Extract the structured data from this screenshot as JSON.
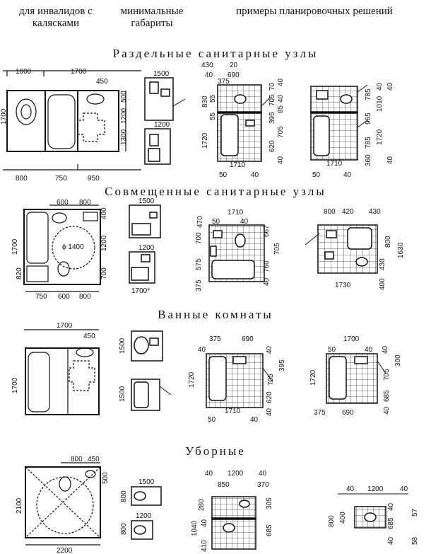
{
  "header": {
    "col1": "для инвалидов с\nкалясками",
    "col2": "минимальные\nгабариты",
    "col3": "примеры планировочных решений"
  },
  "sections": {
    "separate": "Раздельные санитарные узлы",
    "combined": "Совмещенные санитарные узлы",
    "bathrooms": "Ванные комнаты",
    "toilets": "Уборные"
  },
  "dims": {
    "s1": {
      "a": "1000",
      "b": "1700",
      "c": "450",
      "d": "500",
      "e": "1200",
      "f": "1300",
      "g": "1700",
      "h": "800",
      "i": "750",
      "j": "950",
      "m1": "1500",
      "m2": "1200",
      "p1a": "430",
      "p1b": "20",
      "p1c": "40",
      "p1d": "690",
      "p1e": "375",
      "p1f": "830",
      "p1g": "55",
      "p1h": "55",
      "p1i": "1720",
      "p1j": "70",
      "p1k": "40",
      "p1l": "705",
      "p1m": "40",
      "p1n": "85",
      "p1o": "395",
      "p1p": "705",
      "p1q": "620",
      "p1r": "40",
      "p1s": "1710",
      "p1t": "50",
      "p1u": "40",
      "p2a": "40",
      "p2b": "1010",
      "p2c": "785",
      "p2d": "965",
      "p2e": "1720",
      "p2f": "785",
      "p2g": "40",
      "p2h": "360",
      "p2i": "1710",
      "p2j": "50",
      "p2k": "40",
      "p2l": "40"
    },
    "s2": {
      "a": "600",
      "b": "800",
      "c": "400",
      "d": "1700",
      "e": "1200",
      "f": "ϕ 1400",
      "g": "820",
      "h": "700",
      "i": "750",
      "j": "600",
      "k": "800",
      "m1": "1500",
      "m2": "1200",
      "m3": "1700*",
      "p1a": "1710",
      "p1b": "470",
      "p1c": "50",
      "p1d": "40",
      "p1e": "700",
      "p1f": "667",
      "p1g": "575",
      "p1h": "705",
      "p1i": "760",
      "p1j": "375",
      "p1k": "40",
      "p2a": "800",
      "p2b": "420",
      "p2c": "430",
      "p2d": "800",
      "p2e": "430",
      "p2f": "1630",
      "p2g": "1730",
      "p2h": "400"
    },
    "s3": {
      "a": "1700",
      "b": "450",
      "c": "1700",
      "m1": "1500",
      "m2": "1500",
      "p1a": "375",
      "p1b": "690",
      "p1c": "40",
      "p1d": "40",
      "p1e": "395",
      "p1f": "1720",
      "p1g": "705",
      "p1h": "620",
      "p1i": "40",
      "p1j": "1710",
      "p1k": "50",
      "p1l": "40",
      "p2a": "1700",
      "p2b": "50",
      "p2c": "40",
      "p2d": "40",
      "p2e": "300",
      "p2f": "1720",
      "p2g": "705",
      "p2h": "685",
      "p2i": "40",
      "p2j": "375",
      "p2k": "690"
    },
    "s4": {
      "a": "800",
      "b": "450",
      "c": "500",
      "d": "2100",
      "e": "2200",
      "m1": "1500",
      "m2": "800",
      "m3": "1200",
      "m4": "800",
      "p1a": "40",
      "p1b": "1200",
      "p1c": "40",
      "p1d": "850",
      "p1e": "370",
      "p1f": "280",
      "p1g": "305",
      "p1h": "1040",
      "p1i": "685",
      "p1j": "40",
      "p1k": "410",
      "p2a": "40",
      "p2b": "1200",
      "p2c": "40",
      "p2d": "800",
      "p2e": "400",
      "p2f": "40",
      "p2g": "685",
      "p2h": "40",
      "p2i": "57",
      "p2j": "58"
    }
  }
}
